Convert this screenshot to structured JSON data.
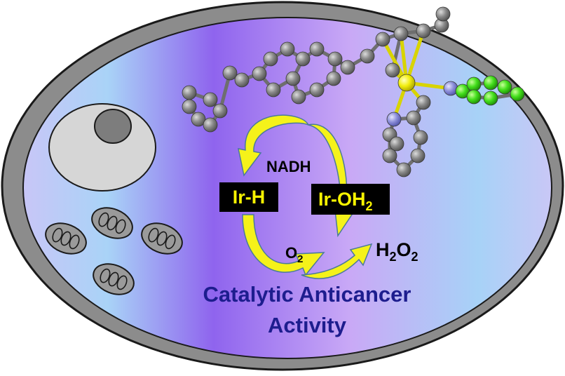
{
  "labels": {
    "nadh": "NADH",
    "ir_h": "Ir-H",
    "ir_oh2_main": "Ir-OH",
    "ir_oh2_sub": "2",
    "o2_main": "O",
    "o2_sub": "2",
    "h2o2_h": "H",
    "h2o2_sub1": "2",
    "h2o2_o": "O",
    "h2o2_sub2": "2",
    "title_line1": "Catalytic Anticancer",
    "title_line2": "Activity"
  },
  "colors": {
    "cell_outline": "#1a1a1a",
    "cell_wall": "#8c8c8c",
    "gradient_light_blue": "#a7d2f7",
    "gradient_violet": "#8f63ee",
    "gradient_lavender": "#c7a8f6",
    "arrow_yellow": "#f5f21a",
    "label_box": "#000000",
    "label_text": "#f7f300",
    "title_text": "#1d1d8e",
    "atom_carbon": "#7e7e7e",
    "atom_iridium": "#f2ee0f",
    "atom_nitrogen": "#8e90da",
    "pyridine_green": "#44e01c"
  },
  "icons": [
    "cell-nucleus-icon",
    "mitochondrion-icon",
    "iridium-complex-molecule-icon",
    "catalytic-cycle-arrow-icon"
  ]
}
